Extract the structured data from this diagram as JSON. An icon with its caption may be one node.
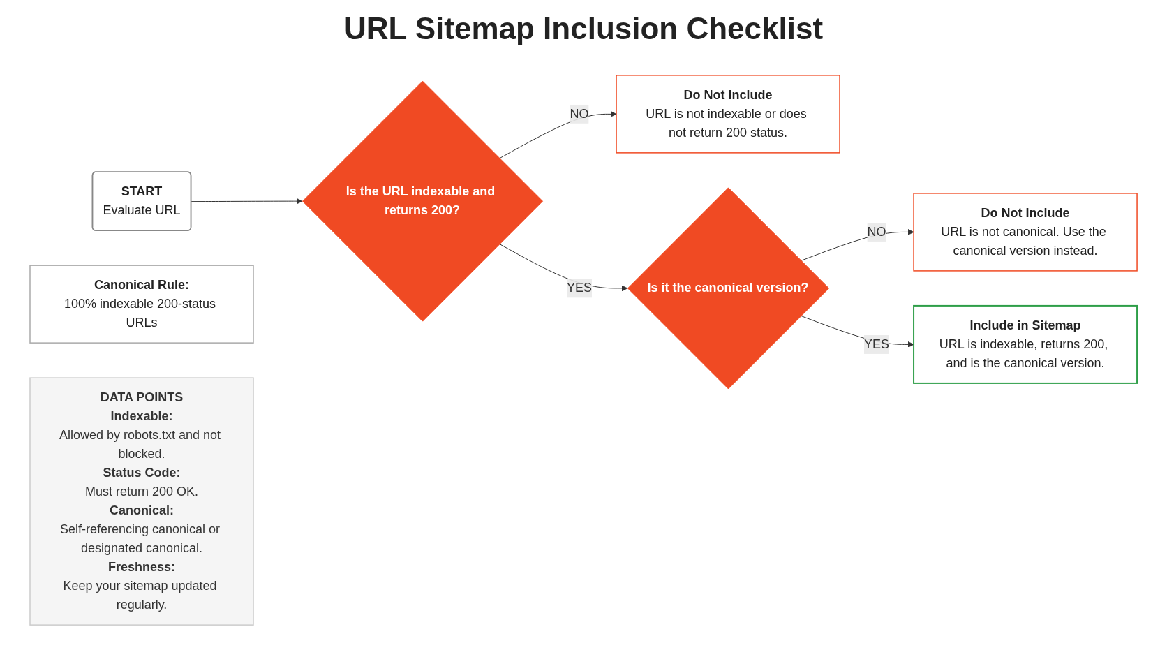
{
  "diagram": {
    "title": "URL Sitemap Inclusion Checklist",
    "nodes": [
      {
        "text": [
          "START",
          "Evaluate URL"
        ]
      },
      {
        "text": [
          "Is the URL indexable and returns 200?"
        ]
      },
      {
        "text": [
          "Do Not Include",
          "URL is not indexable or does not return 200 status."
        ]
      },
      {
        "text": [
          "Is it the canonical version?"
        ]
      },
      {
        "text": [
          "Do Not Include",
          "URL is not canonical. Use the canonical version instead."
        ]
      },
      {
        "text": [
          "Include in Sitemap",
          "URL is indexable, returns 200, and is the canonical version."
        ]
      },
      {
        "text": [
          "Canonical Rule:",
          "100% indexable 200-status URLs"
        ]
      },
      {
        "text": [
          "DATA POINTS",
          "Indexable:",
          "Allowed by robots.txt and not blocked.",
          "Status Code:",
          "Must return 200 OK.",
          "Canonical:",
          "Self-referencing canonical or designated canonical.",
          "Freshness:",
          "Keep your sitemap updated regularly."
        ]
      }
    ],
    "edges": [
      {
        "from": 0,
        "to": 1,
        "arrow": "to"
      },
      {
        "from": 1,
        "to": 2,
        "label": "NO",
        "arrow": "to"
      },
      {
        "from": 1,
        "to": 3,
        "label": "YES",
        "arrow": "to"
      },
      {
        "from": 3,
        "to": 4,
        "label": "NO",
        "arrow": "to"
      },
      {
        "from": 3,
        "to": 5,
        "label": "YES",
        "arrow": "to"
      }
    ]
  }
}
